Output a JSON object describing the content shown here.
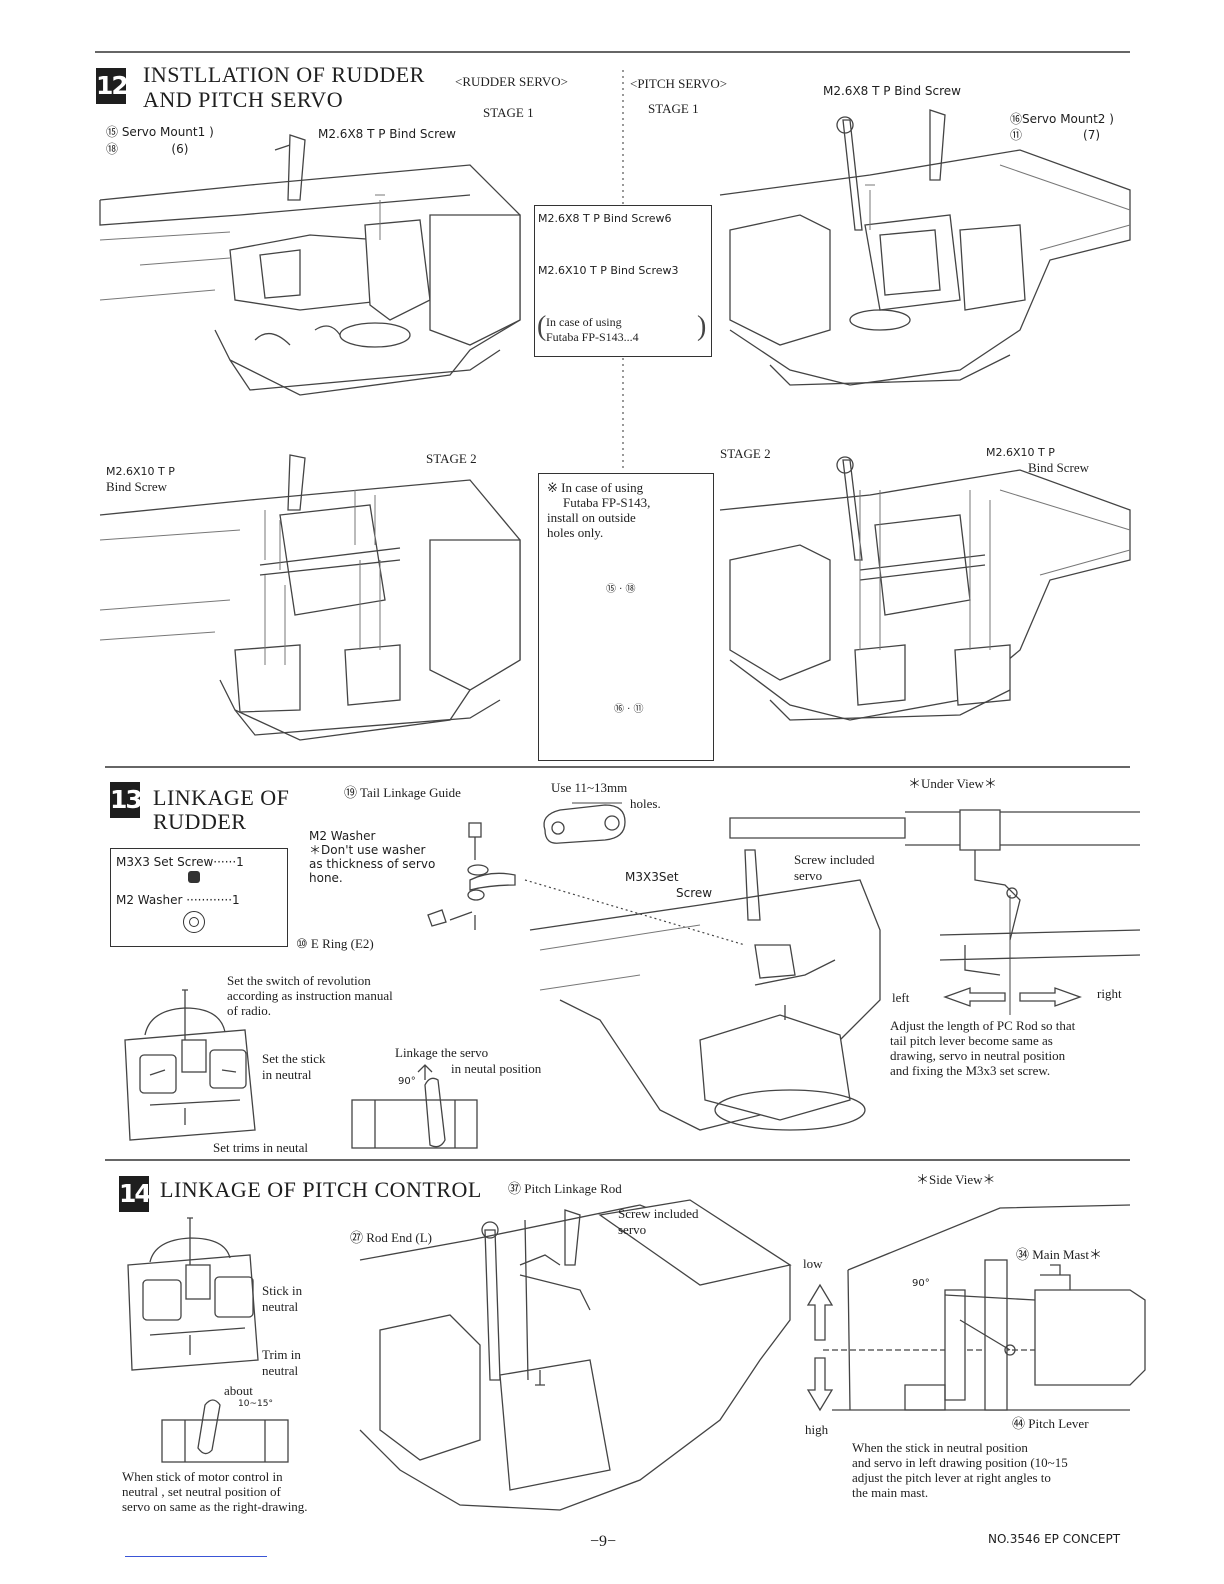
{
  "sections": {
    "s12": {
      "number": "12",
      "title_line1": "INSTLLATION OF RUDDER",
      "title_line2": "AND PITCH SERVO",
      "rudder_header": "<RUDDER SERVO>",
      "pitch_header": "<PITCH SERVO>",
      "rudder_stage1": "STAGE 1",
      "pitch_stage1": "STAGE 1",
      "rudder_stage2": "STAGE 2",
      "pitch_stage2": "STAGE 2",
      "servo_mount1_line1": "⑮ Servo Mount1 )",
      "servo_mount1_line2": "⑱              (6)",
      "rudder_bind_screw": "M2.6X8 T P Bind Screw",
      "pitch_bind_screw": "M2.6X8 T P Bind Screw",
      "servo_mount2_line1": "⑯Servo Mount2 )",
      "servo_mount2_line2": "⑪                (7)",
      "parts_box": {
        "screw1": "M2.6X8 T P Bind Screw6",
        "screw2": "M2.6X10 T P Bind Screw3",
        "note_line1": "In case of using",
        "note_line2": "Futaba FP-S143...4"
      },
      "stage2_rudder_screw_line1": "M2.6X10 T P",
      "stage2_rudder_screw_line2": "Bind Screw",
      "stage2_pitch_screw_line1": "M2.6X10 T P",
      "stage2_pitch_screw_line2": "Bind Screw",
      "futaba_note": {
        "line1": "※ In case of using",
        "line2": "Futaba FP-S143,",
        "line3": "install on outside",
        "line4": "holes only.",
        "mount_a": "⑮ · ⑱",
        "mount_b": "⑯ · ⑪"
      }
    },
    "s13": {
      "number": "13",
      "title_line1": "LINKAGE OF",
      "title_line2": "RUDDER",
      "parts": {
        "item1": "M3X3 Set Screw······1",
        "item2": "M2 Washer ············1"
      },
      "tail_guide": "⑲ Tail Linkage Guide",
      "holes_line1": "Use 11~13mm",
      "holes_line2": "holes.",
      "washer_note_line1": "M2 Washer",
      "washer_note_line2": "＊Don't use washer",
      "washer_note_line3": "as thickness of servo",
      "washer_note_line4": "hone.",
      "e_ring": "⑩ E Ring (E2)",
      "set_screw_line1": "M3X3Set",
      "set_screw_line2": "Screw",
      "screw_included_line1": "Screw included",
      "screw_included_line2": "servo",
      "under_view": "＊Under View＊",
      "left": "left",
      "right": "right",
      "adjust_note_line1": "Adjust the length of PC Rod so that",
      "adjust_note_line2": "tail pitch lever become same as",
      "adjust_note_line3": "drawing,  servo in neutral position",
      "adjust_note_line4": "and fixing the M3x3 set screw.",
      "switch_note_line1": "Set the switch of revolution",
      "switch_note_line2": "according as instruction manual",
      "switch_note_line3": "of radio.",
      "stick_neutral_line1": "Set the stick",
      "stick_neutral_line2": "in neutral",
      "linkage_servo_line1": "Linkage the servo",
      "linkage_servo_line2": "in neutal position",
      "deg90": "90°",
      "trims_neutral": "Set trims in neutal"
    },
    "s14": {
      "number": "14",
      "title": "LINKAGE OF PITCH CONTROL",
      "pitch_rod": "㊲ Pitch Linkage Rod",
      "screw_included_line1": "Screw included",
      "screw_included_line2": "servo",
      "rod_end": "㉗ Rod End (L)",
      "stick_in_line1": "Stick in",
      "stick_in_line2": "neutral",
      "trim_in_line1": "Trim in",
      "trim_in_line2": "neutral",
      "about": "about",
      "about_deg": "10~15°",
      "motor_note_line1": "When stick of motor control in",
      "motor_note_line2": "neutral , set neutral position of",
      "motor_note_line3": "servo on same as the right-drawing.",
      "side_view": "＊Side View＊",
      "low": "low",
      "high": "high",
      "main_mast": "㉞ Main Mast＊",
      "deg90": "90°",
      "pitch_lever": "㊹ Pitch Lever",
      "pitch_note_line1": "When the stick  in neutral position",
      "pitch_note_line2": "and servo in left drawing position (10~15",
      "pitch_note_line3": "adjust the pitch lever at right angles to",
      "pitch_note_line4": "the main mast."
    }
  },
  "footer": {
    "page_number": "−9−",
    "doc_id": "NO.3546  EP CONCEPT"
  }
}
